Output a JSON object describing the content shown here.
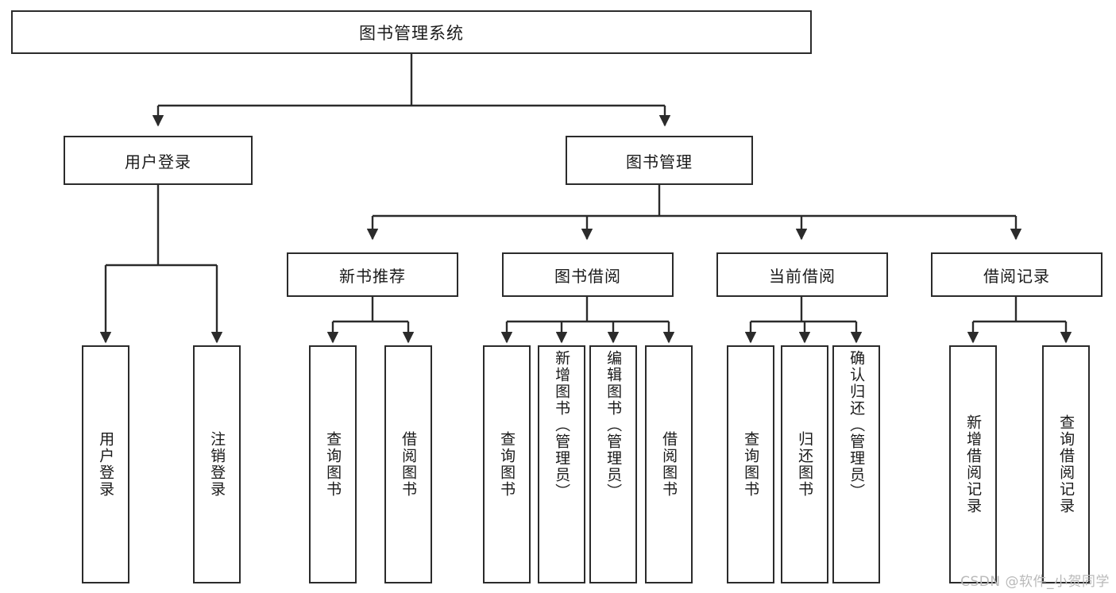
{
  "diagram": {
    "title": "图书管理系统",
    "watermark": "CSDN @软件_小贺同学",
    "stroke_color": "#2b2b2b",
    "text_color": "#1a1a1a",
    "background_color": "#ffffff",
    "watermark_color": "#b9b9b9",
    "type": "tree-hierarchy"
  },
  "root": {
    "label": "图书管理系统"
  },
  "branches": [
    {
      "label": "用户登录"
    },
    {
      "label": "图书管理"
    }
  ],
  "subbranches": [
    {
      "label": "新书推荐"
    },
    {
      "label": "图书借阅"
    },
    {
      "label": "当前借阅"
    },
    {
      "label": "借阅记录"
    }
  ],
  "leaves": {
    "user_login": [
      {
        "label": "用户登录"
      },
      {
        "label": "注销登录"
      }
    ],
    "new_book_recommend": [
      {
        "label": "查询图书"
      },
      {
        "label": "借阅图书"
      }
    ],
    "book_borrow": [
      {
        "label": "查询图书"
      },
      {
        "label": "新增图书（管理员）"
      },
      {
        "label": "编辑图书（管理员）"
      },
      {
        "label": "借阅图书"
      }
    ],
    "current_borrow": [
      {
        "label": "查询图书"
      },
      {
        "label": "归还图书"
      },
      {
        "label": "确认归还（管理员）"
      }
    ],
    "borrow_record": [
      {
        "label": "新增借阅记录"
      },
      {
        "label": "查询借阅记录"
      }
    ]
  }
}
